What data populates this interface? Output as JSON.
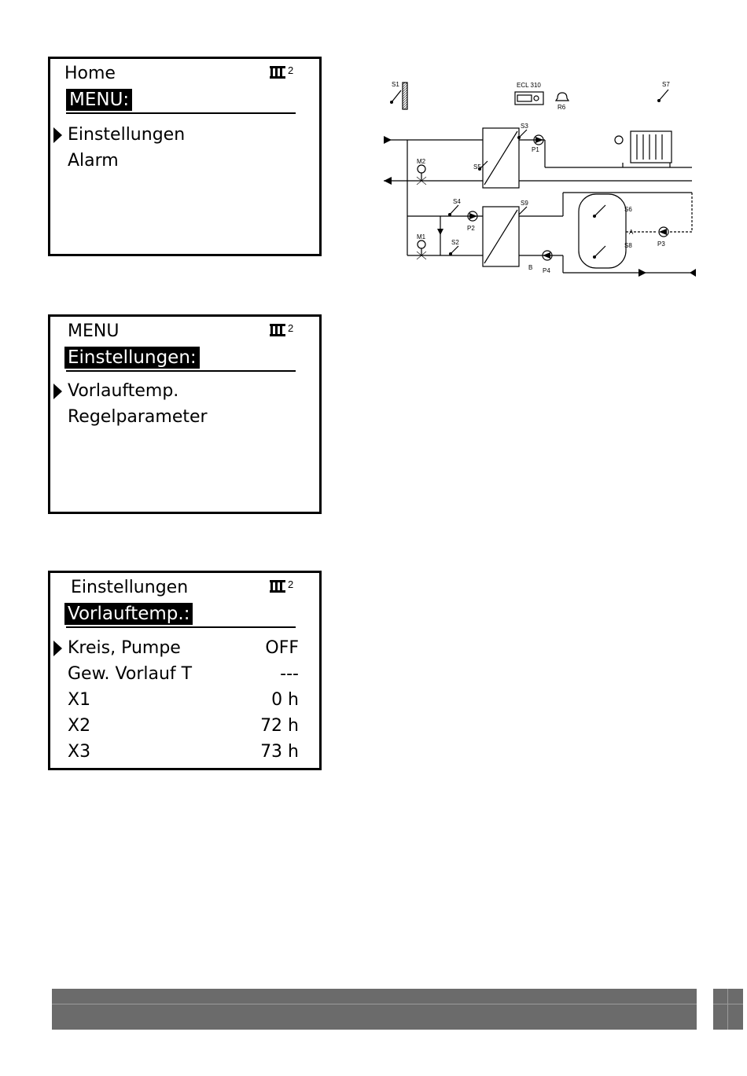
{
  "screen1": {
    "title": "Home",
    "subtitle": "MENU:",
    "items": [
      {
        "label": "Einstellungen",
        "selected": true
      },
      {
        "label": "Alarm",
        "selected": false
      }
    ]
  },
  "screen2": {
    "title": "MENU",
    "subtitle": "Einstellungen:",
    "items": [
      {
        "label": "Vorlauftemp.",
        "selected": true
      },
      {
        "label": "Regelparameter",
        "selected": false
      }
    ]
  },
  "screen3": {
    "title": "Einstellungen",
    "subtitle": "Vorlauftemp.:",
    "rows": [
      {
        "label": "Kreis, Pumpe",
        "value": "OFF",
        "selected": true
      },
      {
        "label": "Gew. Vorlauf T",
        "value": "---",
        "selected": false
      },
      {
        "label": "X1",
        "value": "0 h",
        "selected": false
      },
      {
        "label": "X2",
        "value": "72 h",
        "selected": false
      },
      {
        "label": "X3",
        "value": "73 h",
        "selected": false
      }
    ]
  },
  "circuit_icon": {
    "name": "radiator-circuit-icon",
    "number": "2"
  },
  "diagram": {
    "controller": "ECL 310",
    "labels": {
      "s1": "S1",
      "s2": "S2",
      "s3": "S3",
      "s4": "S4",
      "s5": "S5",
      "s6": "S6",
      "s7": "S7",
      "s8": "S8",
      "s9": "S9",
      "p1": "P1",
      "p2": "P2",
      "p3": "P3",
      "p4": "P4",
      "m1": "M1",
      "m2": "M2",
      "r6": "R6",
      "a": "A",
      "b": "B"
    }
  }
}
